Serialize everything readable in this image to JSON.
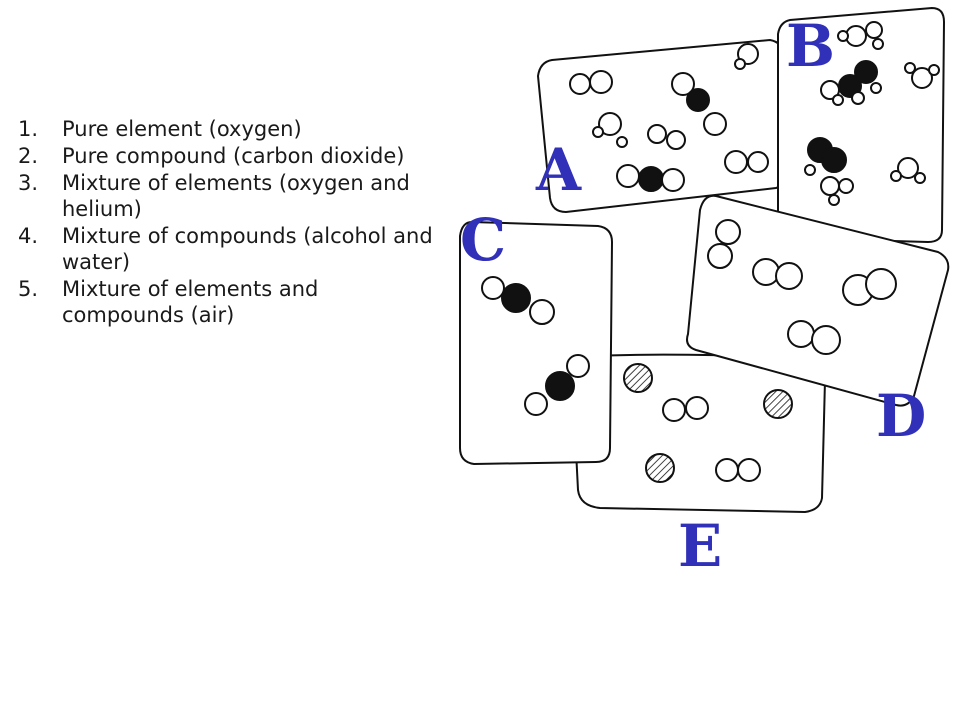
{
  "list_items": [
    {
      "num": "1.",
      "text": "Pure element (oxygen)"
    },
    {
      "num": "2.",
      "text": "Pure compound (carbon dioxide)"
    },
    {
      "num": "3.",
      "text": "Mixture of elements (oxygen and helium)"
    },
    {
      "num": "4.",
      "text": "Mixture of compounds (alcohol and water)"
    },
    {
      "num": "5.",
      "text": "Mixture of elements and compounds (air)"
    }
  ],
  "box_labels": {
    "A": "A",
    "B": "B",
    "C": "C",
    "D": "D",
    "E": "E"
  },
  "colors": {
    "label": "#3030b8",
    "outline": "#111111",
    "text": "#1a1a1a"
  }
}
